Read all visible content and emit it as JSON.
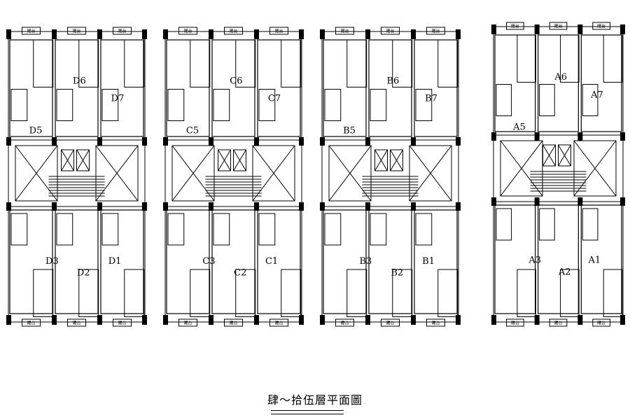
{
  "caption": "肆～拾伍層平面圖",
  "balcony_label": "陽台",
  "blocks": [
    {
      "id": "D",
      "upper": [
        "D5",
        "D6",
        "D7"
      ],
      "lower": [
        "D3",
        "D2",
        "D1"
      ]
    },
    {
      "id": "C",
      "upper": [
        "C5",
        "C6",
        "C7"
      ],
      "lower": [
        "C3",
        "C2",
        "C1"
      ]
    },
    {
      "id": "B",
      "upper": [
        "B5",
        "B6",
        "B7"
      ],
      "lower": [
        "B3",
        "B2",
        "B1"
      ]
    },
    {
      "id": "A",
      "upper": [
        "A5",
        "A6",
        "A7"
      ],
      "lower": [
        "A3",
        "A2",
        "A1"
      ]
    }
  ]
}
